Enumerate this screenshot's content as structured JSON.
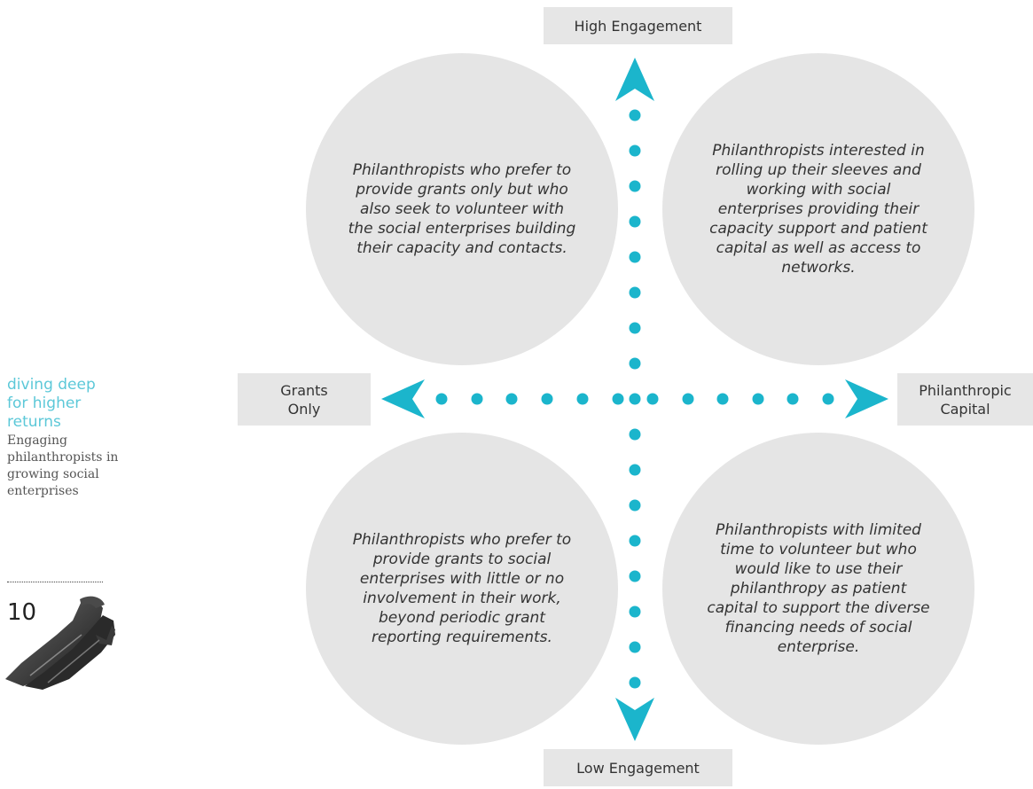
{
  "labels": {
    "high": "High Engagement",
    "low": "Low Engagement",
    "grants_line1": "Grants",
    "grants_line2": "Only",
    "phil_line1": "Philanthropic",
    "phil_line2": "Capital"
  },
  "quadrants": {
    "top_left": "Philanthropists who prefer to provide grants only but who also seek to volunteer with the social enterprises building their capacity and contacts.",
    "top_right": "Philanthropists interested in rolling up their sleeves and working with social enterprises providing their capacity support and patient capital as well as access to networks.",
    "bottom_left": "Philanthropists who prefer to provide grants to social enterprises with little or no involvement in their work, beyond periodic grant reporting requirements.",
    "bottom_right": "Philanthropists with  limited time to volunteer but who would like to use their philanthropy as patient capital to support the diverse financing needs of social enterprise."
  },
  "sidebar": {
    "title": "diving deep for higher returns",
    "subtitle": "Engaging philanthropists in growing social enterprises",
    "page_number": "10"
  },
  "colors": {
    "accent": "#1bb5cc",
    "circle_fill": "#e5e5e5",
    "label_box": "#e6e6e6",
    "sidebar_title": "#5cc8d8"
  },
  "icons": {
    "page_image": "swim-fins-icon"
  }
}
